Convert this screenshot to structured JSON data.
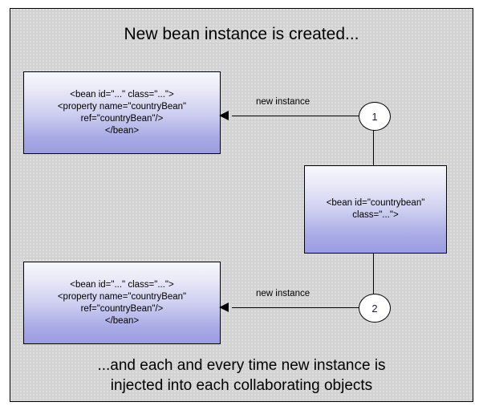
{
  "diagram": {
    "title": "New bean instance is created...",
    "caption": {
      "line1": "...and each and every time new instance is",
      "line2": "injected into each collaborating objects"
    },
    "colors": {
      "plate_background": "#d4d4d4",
      "box_gradient_top": "#f7f7fd",
      "box_gradient_bottom": "#9a9ce2",
      "border": "#000000",
      "circle_fill": "#ffffff",
      "circle_text": "#1b1b5a",
      "text": "#000000"
    },
    "boxes": {
      "top_collaborator": {
        "line1": "<bean id=\"...\" class=\"...\">",
        "line2": "<property name=\"countryBean\"",
        "line3": "ref=\"countryBean\"/>",
        "line4": "</bean>"
      },
      "bottom_collaborator": {
        "line1": "<bean id=\"...\" class=\"...\">",
        "line2": "<property name=\"countryBean\"",
        "line3": "ref=\"countryBean\"/>",
        "line4": "</bean>"
      },
      "center_prototype": {
        "line1": "<bean id=\"countrybean\"",
        "line2": "class=\"...\">"
      }
    },
    "circles": {
      "first": "1",
      "second": "2"
    },
    "edge_labels": {
      "first": "new instance",
      "second": "new instance"
    }
  }
}
